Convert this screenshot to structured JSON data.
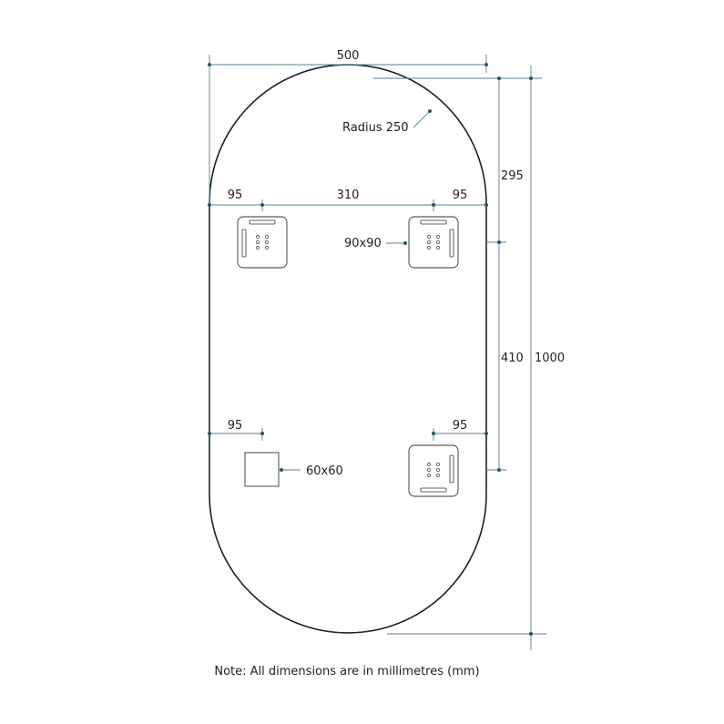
{
  "dimensions": {
    "overall_width": "500",
    "radius": "Radius 250",
    "top_offset": "295",
    "bracket_spacing": "410",
    "overall_height": "1000",
    "left_inset_top": "95",
    "center_span": "310",
    "right_inset_top": "95",
    "left_inset_bottom": "95",
    "right_inset_bottom": "95",
    "large_bracket_size": "90x90",
    "small_bracket_size": "60x60"
  },
  "note": "Note: All dimensions are in millimetres (mm)"
}
